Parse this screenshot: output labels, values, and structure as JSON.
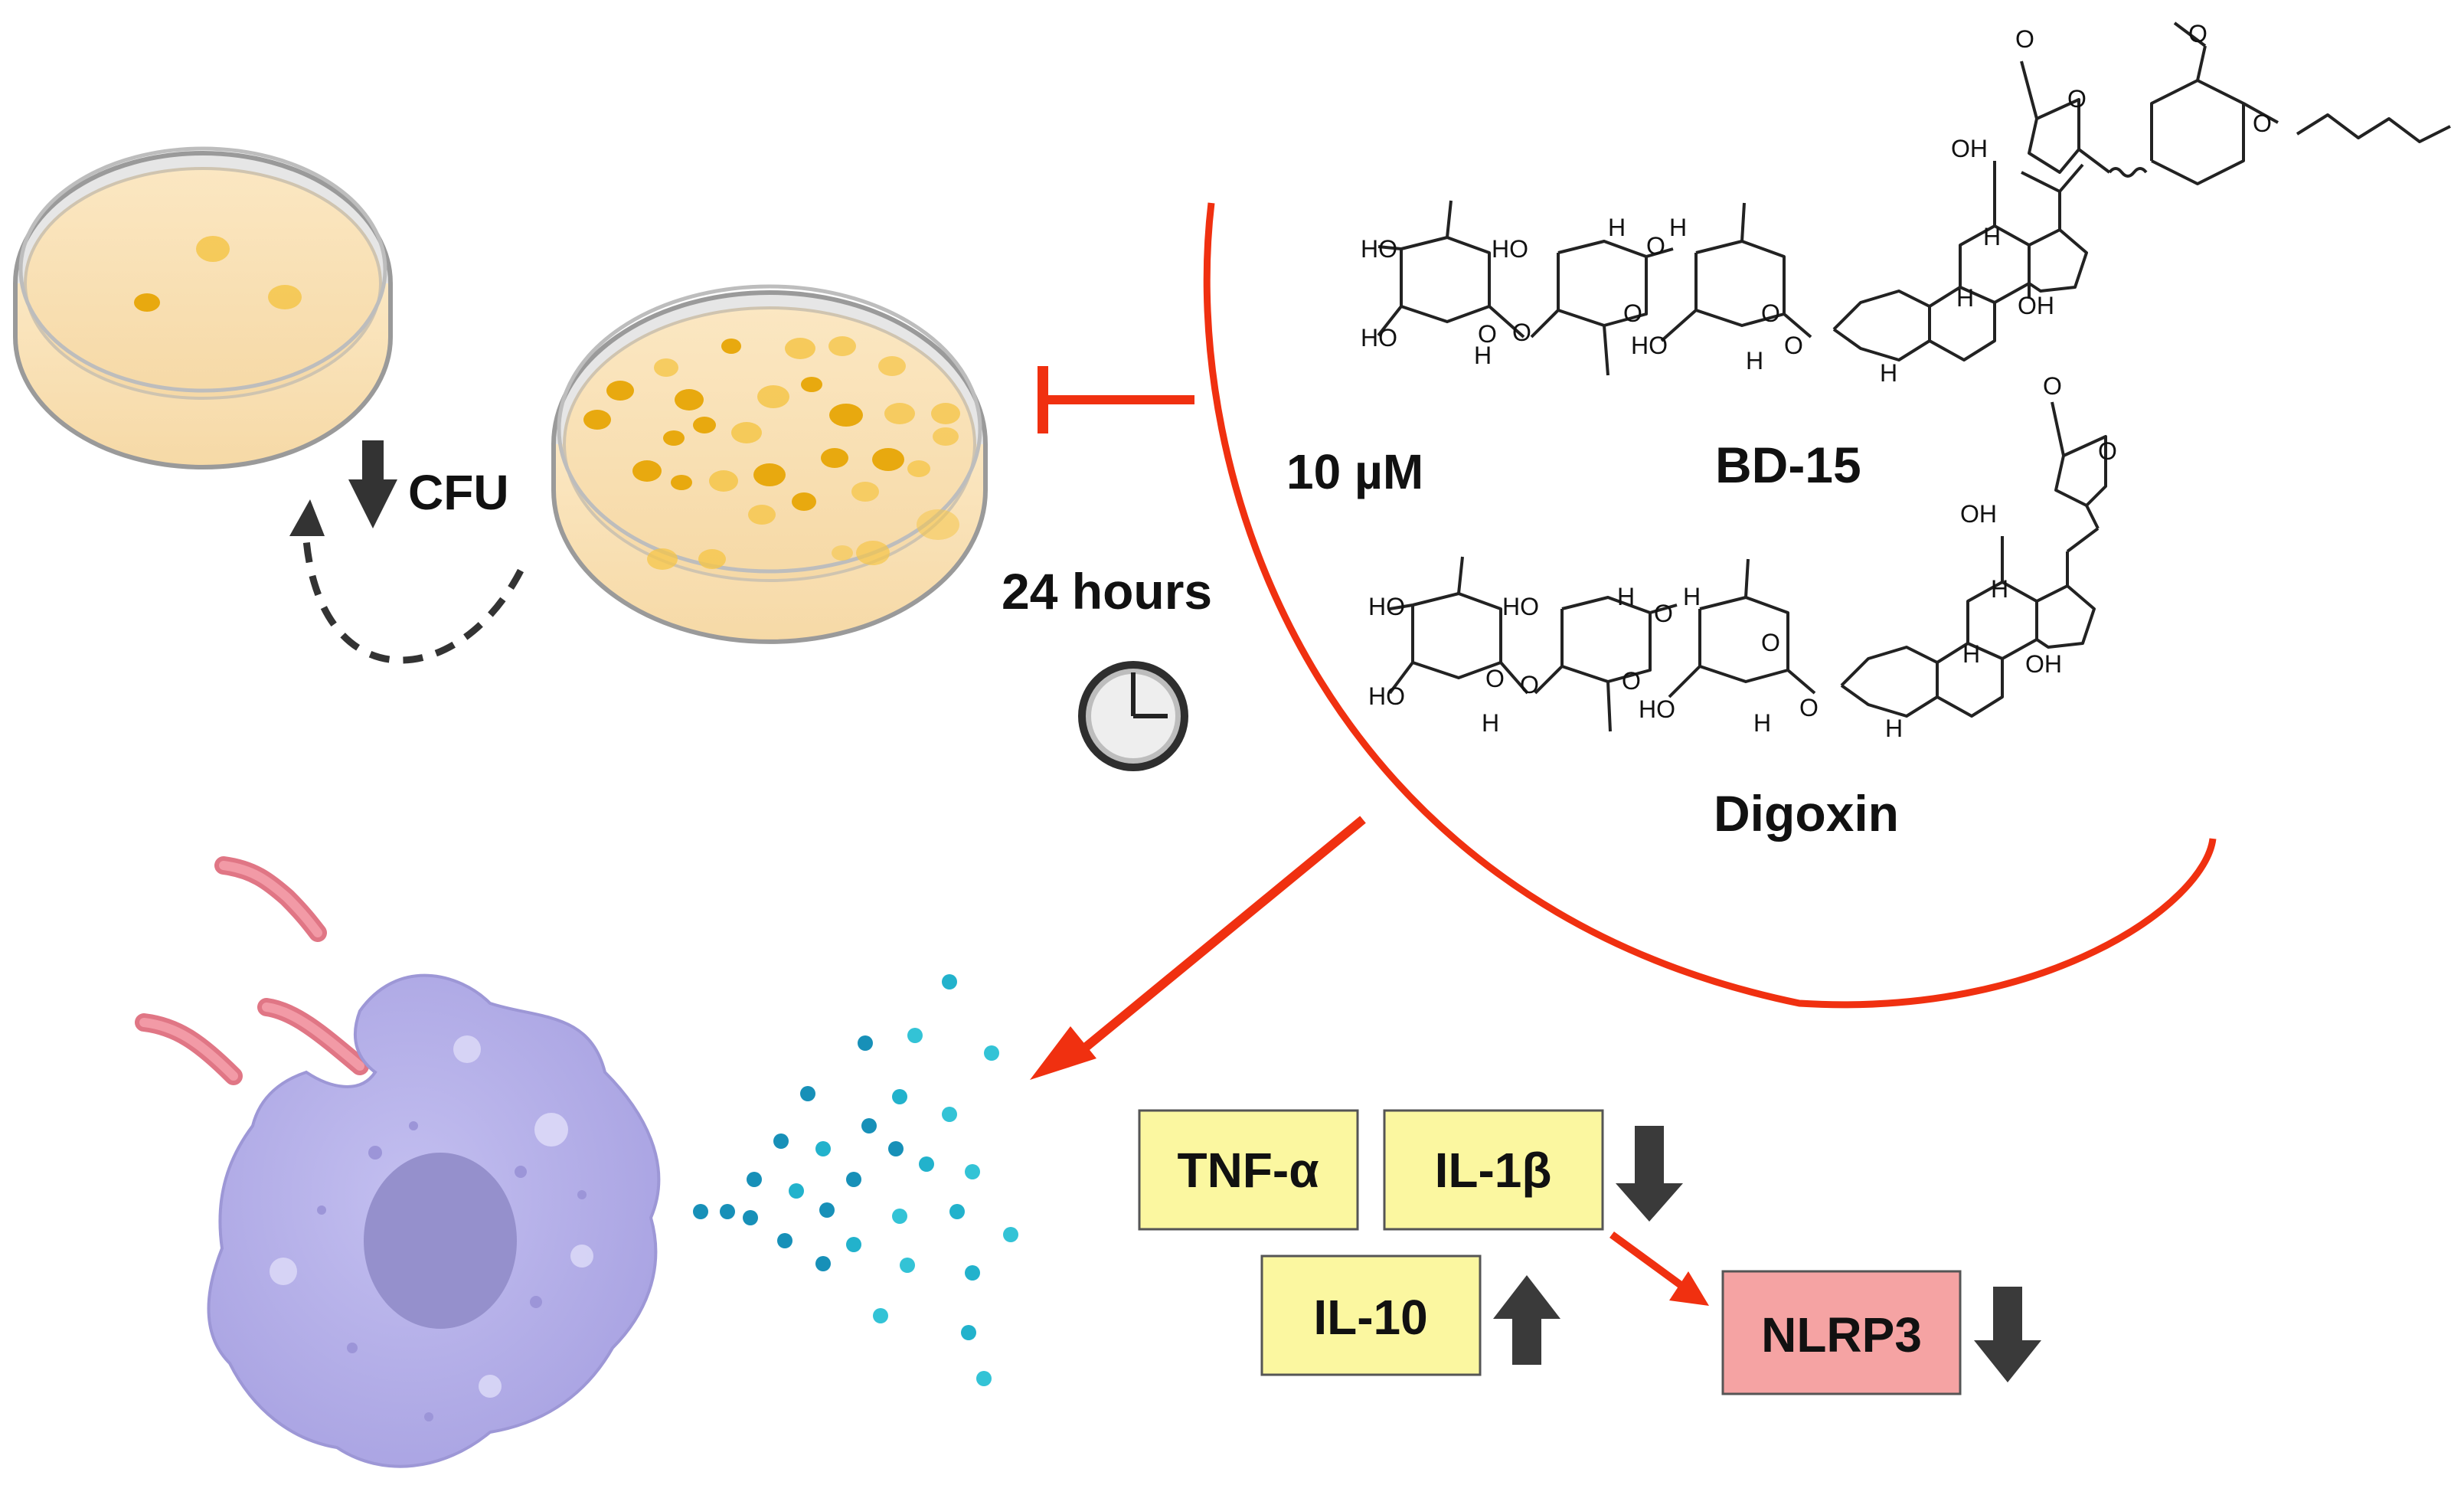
{
  "plate_assay": {
    "cfu_label": "CFU"
  },
  "treatment": {
    "duration_label": "24 hours",
    "concentration_label": "10 µM",
    "compound_1_name": "BD-15",
    "compound_2_name": "Digoxin",
    "inhibition_color": "#f03010"
  },
  "chem_labels": {
    "ho": "HO",
    "oh": "OH",
    "o": "O",
    "h": "H"
  },
  "cytokines": {
    "tnf_label": "TNF-α",
    "il1b_label": "IL-1β",
    "il10_label": "IL-10",
    "nlrp3_label": "NLRP3",
    "cytokine_box_color": "#fbf7a0",
    "nlrp3_box_color": "#f5a3a3"
  },
  "icons": {
    "arrow_down": "arrow-down-icon",
    "arrow_up": "arrow-up-icon",
    "clock": "clock-icon",
    "petri_dish": "petri-dish-icon",
    "macrophage": "macrophage-icon",
    "bacteria": "bacteria-icon"
  }
}
